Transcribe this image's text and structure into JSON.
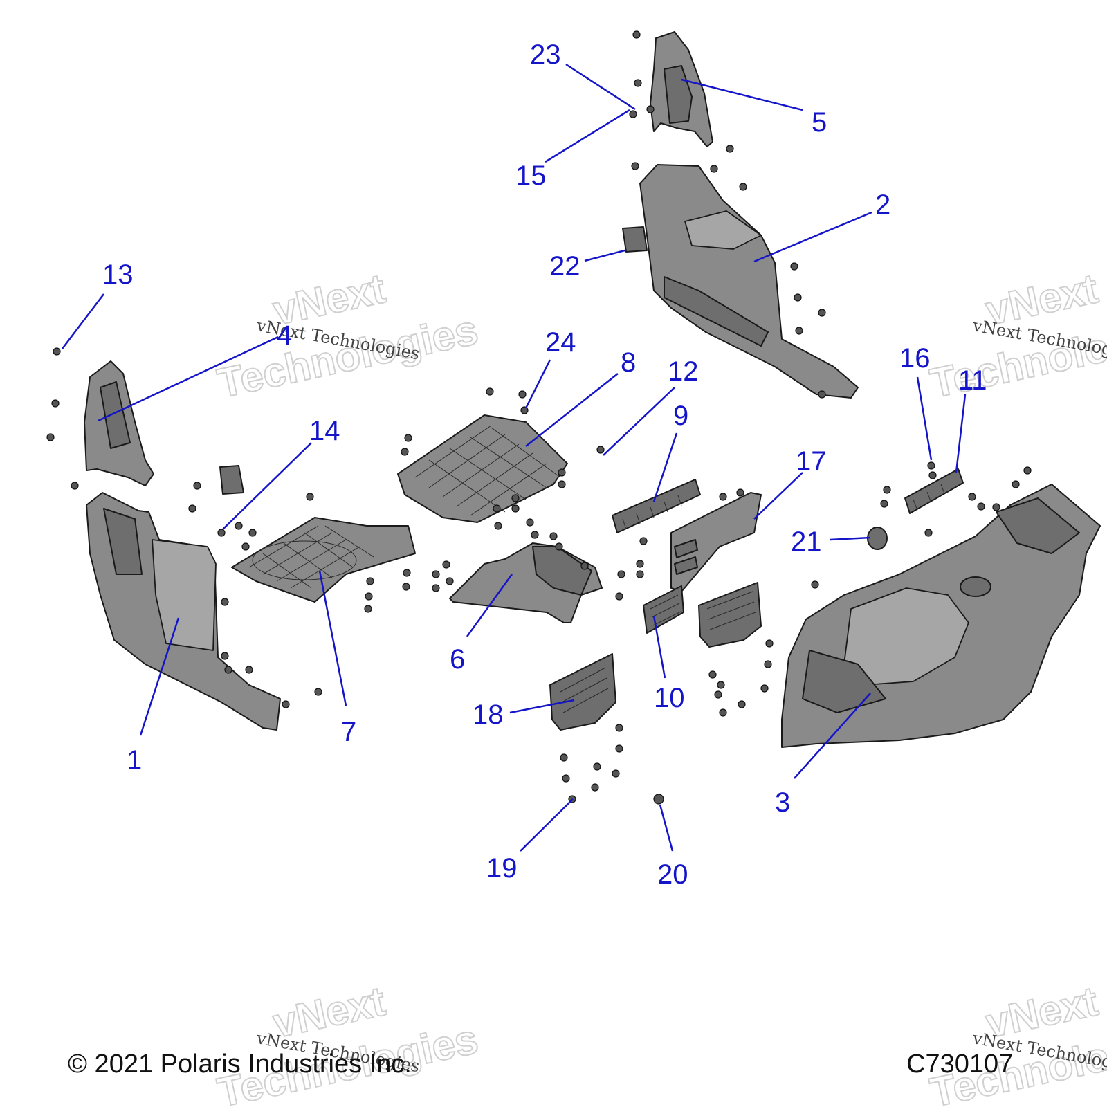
{
  "callouts": [
    "1",
    "2",
    "3",
    "4",
    "5",
    "6",
    "7",
    "8",
    "9",
    "10",
    "11",
    "12",
    "13",
    "14",
    "15",
    "16",
    "17",
    "18",
    "19",
    "20",
    "21",
    "22",
    "23",
    "24"
  ],
  "watermark": {
    "line1": "vNext",
    "line2": "Technologies",
    "small": "vNext Technologies"
  },
  "footer": {
    "copyright": "© 2021 Polaris Industries Inc.",
    "code": "C730107"
  },
  "colors": {
    "callout": "#1414c8",
    "part_fill": "#8a8a8a",
    "outline": "#1a1a1a"
  }
}
